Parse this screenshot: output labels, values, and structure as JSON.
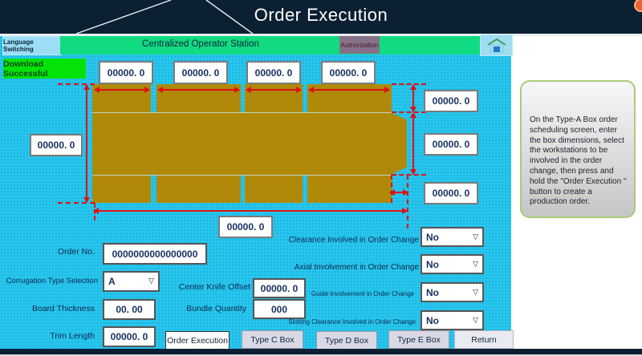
{
  "title_bar": {
    "title": "Order Execution"
  },
  "nav": {
    "language_button": "Language Switching",
    "station_title": "Centralized Operator Station",
    "authorization_button": "Authorization"
  },
  "status_banner": "Download Successful",
  "diagram": {
    "top_values": [
      "00000. 0",
      "00000. 0",
      "00000. 0",
      "00000. 0"
    ],
    "left_value": "00000. 0",
    "right_values": [
      "00000. 0",
      "00000. 0",
      "00000. 0"
    ],
    "bottom_value": "00000. 0"
  },
  "form": {
    "order_no": {
      "label": "Order No.",
      "value": "0000000000000000"
    },
    "corrugation_type": {
      "label": "Corrugation Type Selection",
      "value": "A"
    },
    "board_thickness": {
      "label": "Board Thickness",
      "value": "00. 00"
    },
    "trim_length": {
      "label": "Trim Length",
      "value": "00000. 0"
    },
    "center_knife_offset": {
      "label": "Center Knife Offset",
      "value": "00000. 0"
    },
    "bundle_quantity": {
      "label": "Bundle Quantity",
      "value": "000"
    },
    "dropdowns": [
      {
        "label": "Clearance Involved in Order Change",
        "value": "No"
      },
      {
        "label": "Axial Involvement in Order Change",
        "value": "No"
      },
      {
        "label": "Guide Involvement in Order Change",
        "value": "No"
      },
      {
        "label": "Slotting Clearance Involved in Order Change",
        "value": "No"
      }
    ]
  },
  "buttons": {
    "order_execution": "Order Execution",
    "type_c": "Type C Box",
    "type_d": "Type D Box",
    "type_e": "Type E Box",
    "return": "Return"
  },
  "instruction_panel": "On the Type-A Box order scheduling screen, enter the box dimensions, select the workstations to be involved in  the order change, then press and hold the \"Order Execution \" button to create a production order.",
  "colors": {
    "titlebar_navy": "#0c2033",
    "background_cyan": "#27c6ee",
    "nav_green": "#11db81",
    "banner_green": "#04e307",
    "box_gold": "#b0890a",
    "dimension_red": "#e01212"
  }
}
